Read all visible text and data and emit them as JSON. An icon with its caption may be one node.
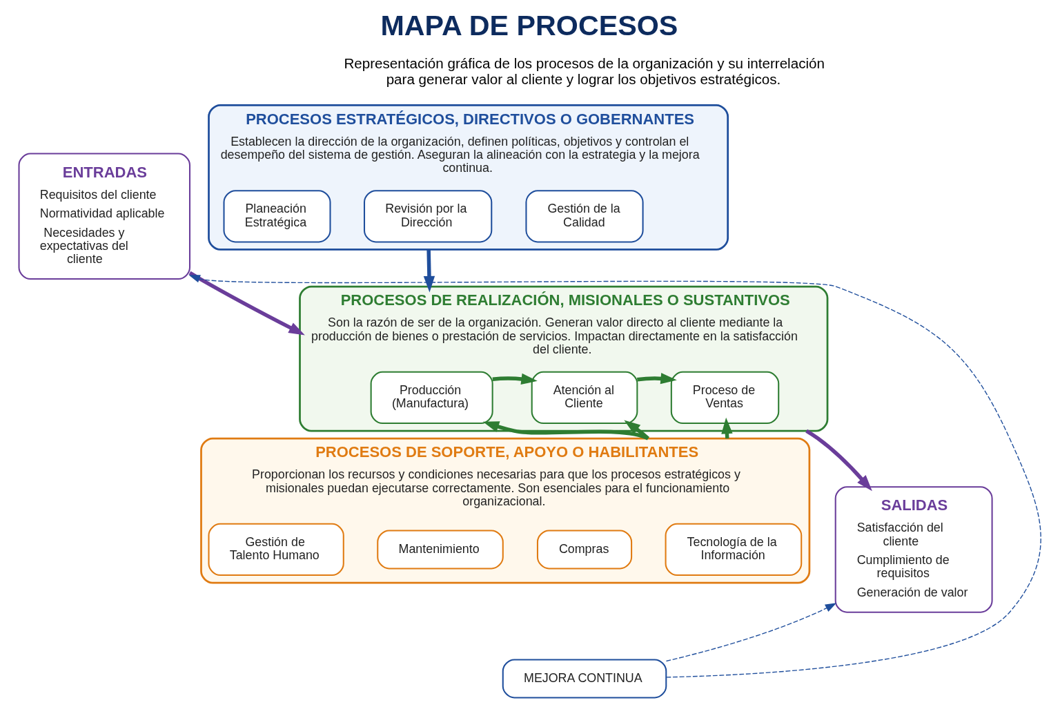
{
  "diagram": {
    "title": "MAPA DE PROCESOS",
    "nodes": [
      {
        "text": [
          "PROCESOS ESTRATÉGICOS, DIRECTIVOS O GOBERNANTES",
          "Establecen la dirección de la organización, definen políticas, objetivos y controlan el desempeño del sistema de gestión. Aseguran la alineación con la estrategia y la mejora continua."
        ]
      },
      {
        "text": [
          "Planeación Estratégica"
        ],
        "in": 0
      },
      {
        "text": [
          "Gestión de la Calidad"
        ],
        "in": 0
      },
      {
        "text": [
          "Revisión por la Dirección"
        ],
        "in": 0
      },
      {
        "text": [
          "PROCESOS DE REALIZACIÓN, MISIONALES O SUSTANTIVOS",
          "Son la razón de ser de la organización. Generan valor directo al cliente mediante la producción de bienes o prestación de servicios. Impactan directamente en la satisfacción del cliente."
        ]
      },
      {
        "text": [
          "Producción (Manufactura)"
        ],
        "in": 4
      },
      {
        "text": [
          "Atención al Cliente"
        ],
        "in": 4
      },
      {
        "text": [
          "Proceso de Ventas"
        ],
        "in": 4
      },
      {
        "text": [
          "PROCESOS DE SOPORTE, APOYO O HABILITANTES",
          "Proporcionan los recursos y condiciones necesarias para que los procesos estratégicos y misionales puedan ejecutarse correctamente. Son esenciales para el funcionamiento organizacional."
        ]
      },
      {
        "text": [
          "Gestión de Talento Humano"
        ],
        "in": 8
      },
      {
        "text": [
          "Mantenimiento"
        ],
        "in": 8
      },
      {
        "text": [
          "Compras"
        ],
        "in": 8
      },
      {
        "text": [
          "Tecnología de la Información"
        ],
        "in": 8
      },
      {
        "text": [
          "ENTRADAS",
          "Requisitos del cliente",
          "Normatividad aplicable",
          "Necesidades y expectativas del cliente"
        ]
      },
      {
        "text": [
          "SALIDAS",
          "Satisfacción del cliente",
          "Cumplimiento de requisitos",
          "Generación de valor"
        ]
      },
      {
        "text": [
          "MEJORA CONTINUA"
        ]
      }
    ],
    "edges": [
      {
        "from": 0,
        "to": 4,
        "arrow": "to",
        "color": "#1f4e9c"
      },
      {
        "from": 5,
        "to": 6,
        "arrow": "to",
        "color": "#2e7d32"
      },
      {
        "from": 6,
        "to": 7,
        "arrow": "to",
        "color": "#2e7d32"
      },
      {
        "from": 8,
        "to": 5,
        "arrow": "to",
        "color": "#2e7d32"
      },
      {
        "from": 8,
        "to": 6,
        "arrow": "to",
        "color": "#2e7d32"
      },
      {
        "from": 8,
        "to": 7,
        "arrow": "to",
        "color": "#2e7d32"
      },
      {
        "from": 13,
        "to": 4,
        "arrow": "to",
        "color": "#6a3d9a"
      },
      {
        "from": 4,
        "to": 14,
        "arrow": "to",
        "color": "#6a3d9a"
      },
      {
        "from": 15,
        "to": 13,
        "arrow": "to",
        "style": "dashed",
        "color": "#1f4e9c"
      },
      {
        "from": 15,
        "to": 14,
        "arrow": "to",
        "style": "dashed",
        "color": "#1f4e9c"
      }
    ],
    "labels": [
      "Representación gráfica de los procesos de la organización y su interrelación para generar valor al cliente y lograr los objetivos estratégicos."
    ]
  }
}
